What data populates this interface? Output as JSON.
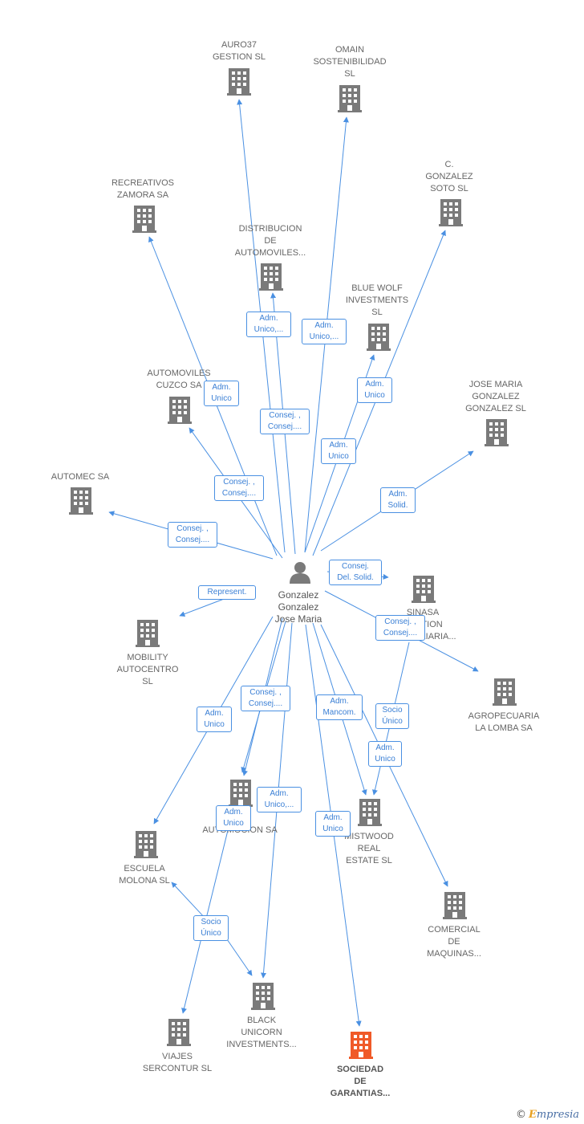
{
  "person": {
    "name": "Gonzalez\nGonzalez\nJose Maria"
  },
  "companies": [
    {
      "id": "auro37",
      "label": "AURO37\nGESTION  SL"
    },
    {
      "id": "omain",
      "label": "OMAIN\nSOSTENIBILIDAD\nSL"
    },
    {
      "id": "recreativos",
      "label": "RECREATIVOS\nZAMORA SA"
    },
    {
      "id": "cgonzalez",
      "label": "C.\nGONZALEZ\nSOTO  SL"
    },
    {
      "id": "distribucion",
      "label": "DISTRIBUCION\nDE\nAUTOMOVILES..."
    },
    {
      "id": "bluewolf",
      "label": "BLUE WOLF\nINVESTMENTS\nSL"
    },
    {
      "id": "cuzco",
      "label": "AUTOMOVILES\nCUZCO SA"
    },
    {
      "id": "josemaria",
      "label": "JOSE MARIA\nGONZALEZ\nGONZALEZ  SL"
    },
    {
      "id": "automec",
      "label": "AUTOMEC SA"
    },
    {
      "id": "sinasa",
      "label": "SINASA\nGESTION\nINMOBILIARIA..."
    },
    {
      "id": "mobility",
      "label": "MOBILITY\nAUTOCENTRO\nSL"
    },
    {
      "id": "lomba",
      "label": "AGROPECUARIA\nLA LOMBA SA"
    },
    {
      "id": "automocion",
      "label": "AUTOMOCION SA"
    },
    {
      "id": "mistwood",
      "label": "MISTWOOD\nREAL\nESTATE  SL"
    },
    {
      "id": "molona",
      "label": "ESCUELA\nMOLONA  SL"
    },
    {
      "id": "comercial",
      "label": "COMERCIAL\nDE\nMAQUINAS..."
    },
    {
      "id": "blackunicorn",
      "label": "BLACK\nUNICORN\nINVESTMENTS..."
    },
    {
      "id": "viajes",
      "label": "VIAJES\nSERCONTUR SL"
    },
    {
      "id": "sociedad",
      "label": "SOCIEDAD\nDE\nGARANTIAS..."
    }
  ],
  "relations": [
    {
      "label": "Adm.\nUnico,..."
    },
    {
      "label": "Adm.\nUnico,..."
    },
    {
      "label": "Adm.\nUnico"
    },
    {
      "label": "Adm.\nUnico"
    },
    {
      "label": "Consej. ,\nConsej...."
    },
    {
      "label": "Adm.\nUnico"
    },
    {
      "label": "Consej. ,\nConsej...."
    },
    {
      "label": "Adm.\nSolid."
    },
    {
      "label": "Consej. ,\nConsej...."
    },
    {
      "label": "Consej.\nDel. Solid."
    },
    {
      "label": "Represent."
    },
    {
      "label": "Consej. ,\nConsej...."
    },
    {
      "label": "Adm.\nUnico"
    },
    {
      "label": "Consej. ,\nConsej...."
    },
    {
      "label": "Adm.\nMancom."
    },
    {
      "label": "Socio\nÚnico"
    },
    {
      "label": "Adm.\nUnico"
    },
    {
      "label": "Adm.\nUnico,..."
    },
    {
      "label": "Adm.\nUnico"
    },
    {
      "label": "Adm.\nUnico"
    },
    {
      "label": "Socio\nÚnico"
    }
  ],
  "colors": {
    "edge": "#4a90e2",
    "building": "#7a7a7a",
    "highlight": "#f05a28",
    "person": "#7a7a7a"
  },
  "footer": {
    "copyright": "©",
    "brand_initial": "E",
    "brand_rest": "mpresia"
  }
}
